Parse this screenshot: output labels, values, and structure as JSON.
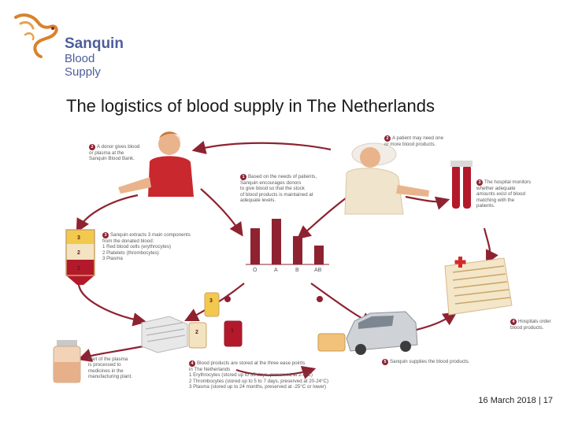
{
  "logo": {
    "brand": "Sanquin",
    "sub": "Blood Supply"
  },
  "title": "The logistics of blood supply in The Netherlands",
  "footer": "16 March 2018 | 17",
  "blood_groups": [
    "O",
    "A",
    "B",
    "AB"
  ],
  "bag_segments": [
    "3",
    "2",
    "1"
  ],
  "steps": {
    "donor": {
      "num": "2",
      "lines": [
        "A donor gives blood",
        "or plasma at the",
        "Sanquin Blood Bank."
      ]
    },
    "encourage": {
      "num": "1",
      "lines": [
        "Based on the needs of patients,",
        "Sanquin encourages donors",
        "to give blood so that the stock",
        "of blood products is maintained at",
        "adequate levels."
      ]
    },
    "patient": {
      "num": "2",
      "lines": [
        "A patient may need one",
        "or more blood products."
      ]
    },
    "monitor": {
      "num": "3",
      "lines": [
        "The hospital monitors",
        "whether adequate",
        "amounts exist of blood",
        "matching with the",
        "patients."
      ]
    },
    "extract": {
      "num": "3",
      "lines": [
        "Sanquin extracts 3 main components",
        "from the donated blood:",
        "1 Red blood cells (erythrocytes)",
        "2 Platelets (thrombocytes)",
        "3 Plasma"
      ]
    },
    "order": {
      "num": "4",
      "lines": [
        "Hospitals order",
        "blood products."
      ]
    },
    "plasma": {
      "lines": [
        "Part of the plasma",
        "is processed to",
        "medicines in the",
        "manufacturing plant."
      ]
    },
    "stored": {
      "num": "4",
      "lines": [
        "Blood products are stored at the three ease points",
        "in The Netherlands",
        "1 Erythrocytes (stored up to 35 days, preserved at 2-6°C)",
        "2 Thrombocytes (stored up to 5 to 7 days, preserved at 20-24°C)",
        "3 Plasma (stored up to 24 months, preserved at -25°C or lower)"
      ]
    },
    "supplies": {
      "num": "5",
      "lines": [
        "Sanquin supplies the blood products."
      ]
    }
  },
  "colors": {
    "accent": "#8e2231",
    "brand": "#4d5d9c",
    "logo_orange": "#d9822b"
  }
}
